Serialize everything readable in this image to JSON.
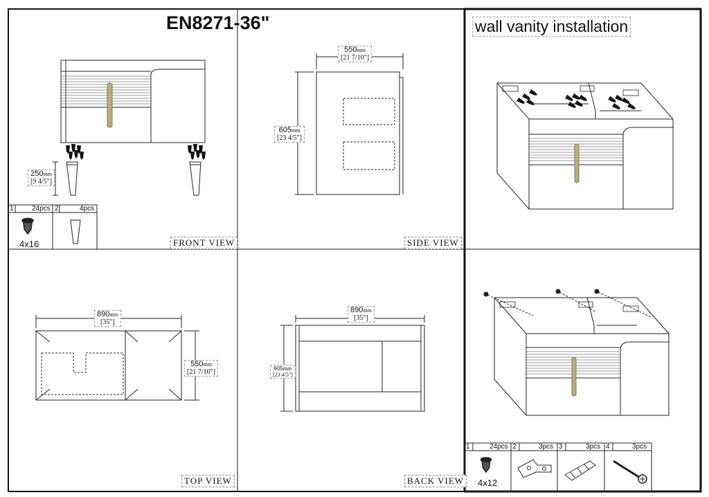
{
  "title": "EN8271-36\"",
  "installation_title": "wall vanity installation",
  "views": {
    "front": "FRONT VIEW",
    "side": "SIDE VIEW",
    "top": "TOP VIEW",
    "back": "BACK VIEW"
  },
  "front_parts": [
    {
      "num": "1",
      "qty": "24pcs",
      "caption": "4x16"
    },
    {
      "num": "2",
      "qty": "4pcs",
      "caption": ""
    }
  ],
  "leg_dim": {
    "mm": "250",
    "unit": "mm",
    "inch": "[9  4/5\"]"
  },
  "side_dims": {
    "width_mm": "550",
    "width_in": "[21   7/10\"]",
    "height_mm": "605",
    "height_in": "[23  4/5\"]",
    "unit": "mm"
  },
  "top_dims": {
    "width_mm": "890",
    "width_in": "[35\"]",
    "depth_mm": "550",
    "depth_in": "[21 7/10\"]",
    "unit": "mm"
  },
  "back_dims": {
    "width_mm": "890",
    "width_in": "[35\"]",
    "height_mm": "605",
    "height_in": "[23 4/5\"]",
    "unit": "mm"
  },
  "install_parts": [
    {
      "num": "1",
      "qty": "24pcs",
      "caption": "4x12"
    },
    {
      "num": "2",
      "qty": "3pcs",
      "caption": ""
    },
    {
      "num": "3",
      "qty": "3pcs",
      "caption": ""
    },
    {
      "num": "4",
      "qty": "3pcs",
      "caption": ""
    }
  ],
  "colors": {
    "handle": "#b9ad7a",
    "line": "#222222"
  }
}
